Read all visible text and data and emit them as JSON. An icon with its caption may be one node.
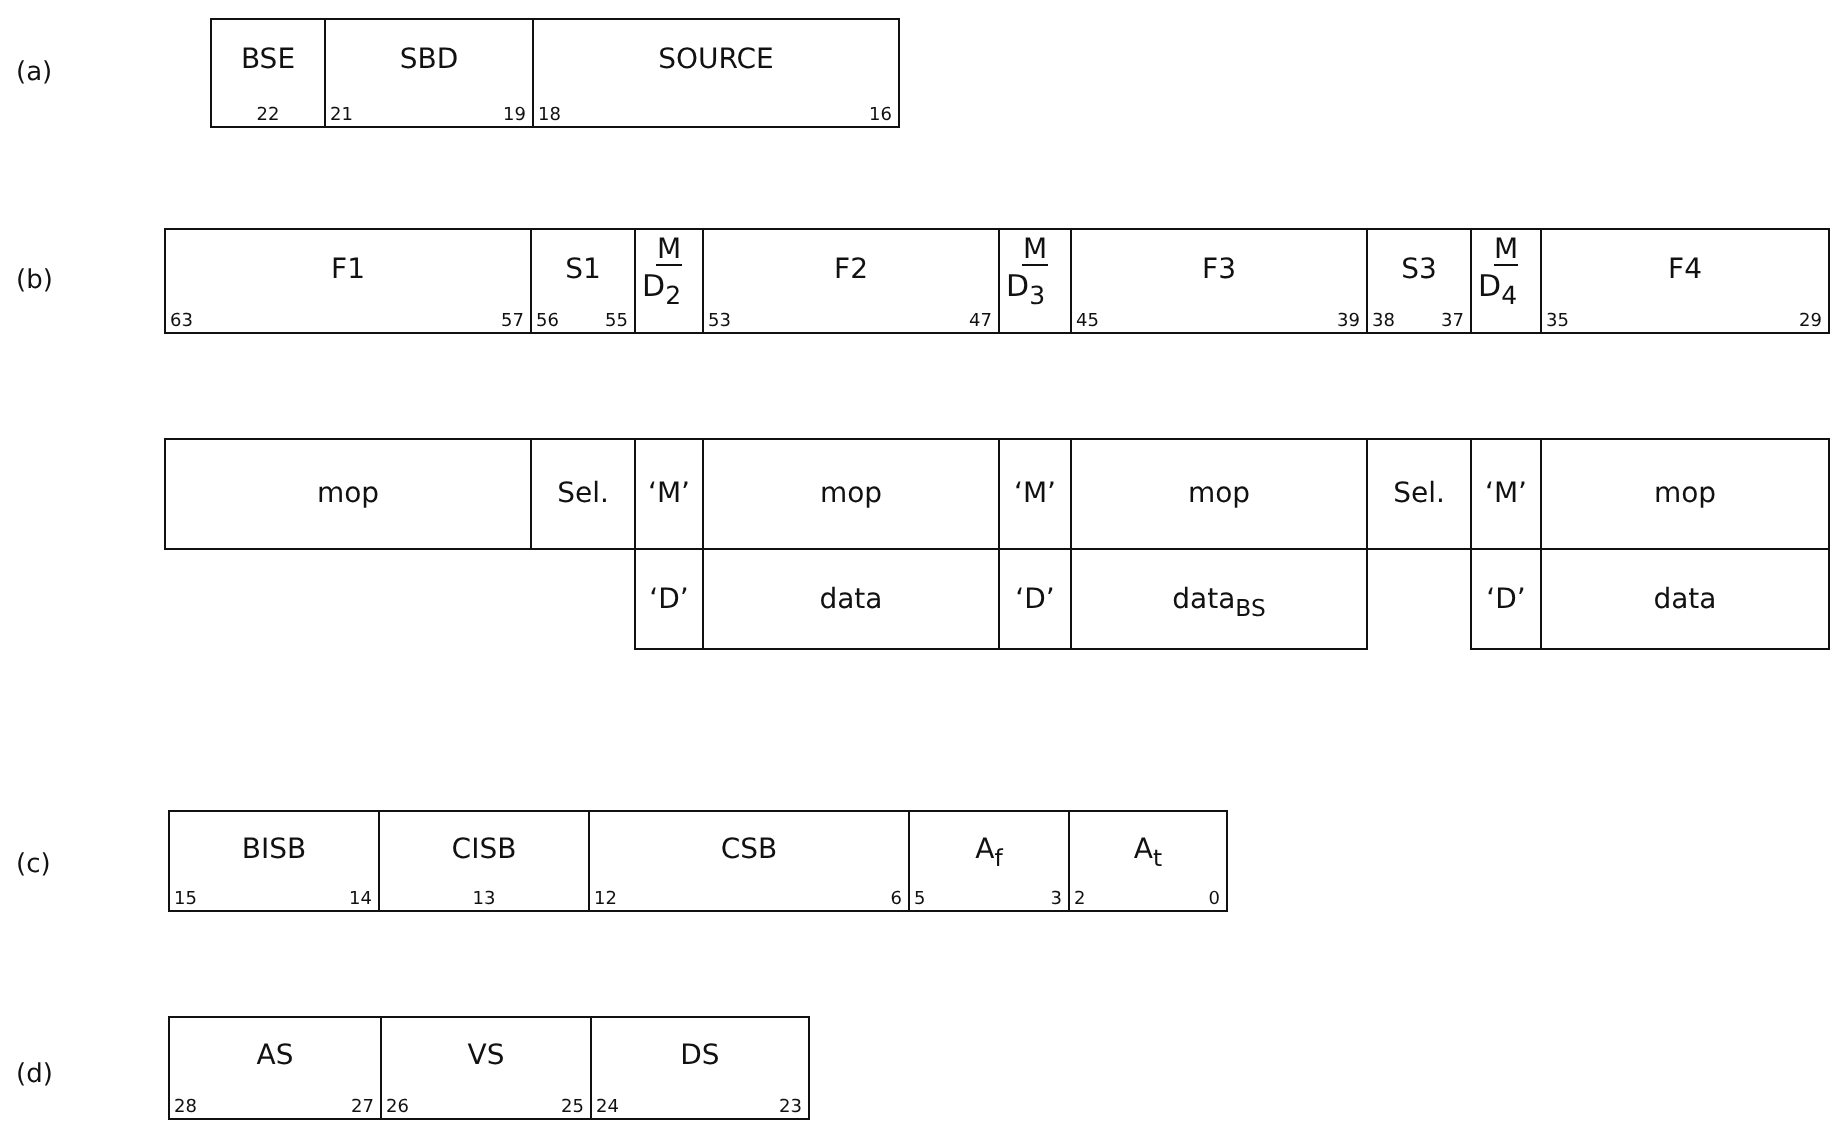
{
  "diagram": {
    "nodes": [
      {
        "text": [
          "BSE",
          "22"
        ]
      },
      {
        "text": [
          "SBD",
          "21",
          "19"
        ]
      },
      {
        "text": [
          "SOURCE",
          "18",
          "16"
        ]
      },
      {
        "text": [
          "F1",
          "63",
          "57"
        ]
      },
      {
        "text": [
          "S1",
          "56",
          "55"
        ]
      },
      {
        "text": [
          "M",
          "D$_{2}$"
        ]
      },
      {
        "text": [
          "F2",
          "53",
          "47"
        ]
      },
      {
        "text": [
          "M",
          "D$_{3}$"
        ]
      },
      {
        "text": [
          "F3",
          "45",
          "39"
        ]
      },
      {
        "text": [
          "S3",
          "38",
          "37"
        ]
      },
      {
        "text": [
          "M",
          "D$_{4}$"
        ]
      },
      {
        "text": [
          "F4",
          "35",
          "29"
        ]
      },
      {
        "text": [
          "mop"
        ]
      },
      {
        "text": [
          "Sel."
        ]
      },
      {
        "text": [
          "‘M’"
        ]
      },
      {
        "text": [
          "mop"
        ]
      },
      {
        "text": [
          "‘M’"
        ]
      },
      {
        "text": [
          "mop"
        ]
      },
      {
        "text": [
          "Sel."
        ]
      },
      {
        "text": [
          "‘M’"
        ]
      },
      {
        "text": [
          "mop"
        ]
      },
      {
        "text": [
          "‘D’"
        ]
      },
      {
        "text": [
          "data"
        ]
      },
      {
        "text": [
          "‘D’"
        ]
      },
      {
        "text": [
          "data$_{BS}$"
        ]
      },
      {
        "text": [
          "‘D’"
        ]
      },
      {
        "text": [
          "data"
        ]
      },
      {
        "text": [
          "BISB",
          "15",
          "14"
        ]
      },
      {
        "text": [
          "CISB",
          "13"
        ]
      },
      {
        "text": [
          "CSB",
          "12",
          "6"
        ]
      },
      {
        "text": [
          "A$_{f}$",
          "5",
          "3"
        ]
      },
      {
        "text": [
          "A$_{t}$",
          "2",
          "0"
        ]
      },
      {
        "text": [
          "AS",
          "28",
          "27"
        ]
      },
      {
        "text": [
          "VS",
          "26",
          "25"
        ]
      },
      {
        "text": [
          "DS",
          "24",
          "23"
        ]
      }
    ],
    "labels": [
      "(a)",
      "(b)",
      "(c)",
      "(d)"
    ]
  }
}
